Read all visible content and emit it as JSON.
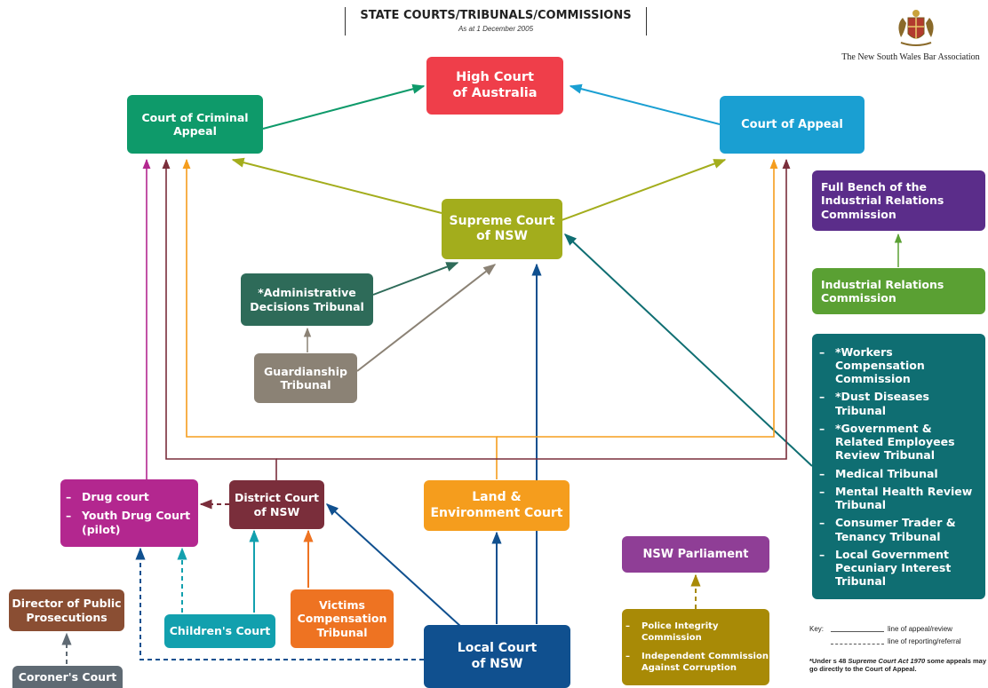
{
  "header": {
    "title": "STATE COURTS/TRIBUNALS/COMMISSIONS",
    "subtitle": "As at 1 December 2005",
    "association": "The New South Wales Bar Association"
  },
  "colors": {
    "high_court": "#ef3e4a",
    "court_criminal_appeal": "#0e9a6a",
    "court_of_appeal": "#1a9fd2",
    "supreme_court": "#a3ad1c",
    "admin_decisions": "#2e6b59",
    "guardianship": "#8b8275",
    "full_bench": "#5b2d8a",
    "irc": "#5aa033",
    "teal_tribunals": "#0f6e72",
    "drug_court": "#b3278f",
    "district_court": "#7a2e3b",
    "land_env": "#f59d1d",
    "local_court": "#10508f",
    "nsw_parliament": "#8f3e96",
    "police_integrity": "#a88a06",
    "dpp": "#8a4e33",
    "coroners": "#5f6a73",
    "childrens": "#12a0ae",
    "victims": "#ee7322"
  },
  "nodes": {
    "high_court": "High Court\nof Australia",
    "court_criminal_appeal": "Court of Criminal\nAppeal",
    "court_of_appeal": "Court of Appeal",
    "supreme_court": "Supreme Court\nof NSW",
    "admin_decisions": "*Administrative\nDecisions Tribunal",
    "guardianship": "Guardianship\nTribunal",
    "full_bench": "Full Bench of the\nIndustrial Relations\nCommission",
    "irc": "Industrial Relations\nCommission",
    "district_court": "District Court\nof NSW",
    "land_env": "Land &\nEnvironment Court",
    "local_court": "Local Court\nof NSW",
    "nsw_parliament": "NSW Parliament",
    "dpp": "Director of Public\nProsecutions",
    "coroners": "Coroner's Court",
    "childrens": "Children's Court",
    "victims": "Victims\nCompensation\nTribunal"
  },
  "lists": {
    "teal_tribunals": [
      "*Workers Compensation Commission",
      "*Dust Diseases Tribunal",
      "*Government & Related Employees Review Tribunal",
      "Medical Tribunal",
      "Mental Health Review Tribunal",
      "Consumer Trader & Tenancy Tribunal",
      "Local Government Pecuniary Interest Tribunal"
    ],
    "drug_court": [
      "Drug court",
      "Youth Drug Court (pilot)"
    ],
    "police_integrity": [
      "Police Integrity Commission",
      "Independent Commission Against Corruption"
    ]
  },
  "key": {
    "label": "Key:",
    "appeal": "line of appeal/review",
    "reporting": "line of reporting/referral",
    "note_prefix": "*Under s 48 ",
    "note_italic": "Supreme Court Act 1970",
    "note_suffix": " some appeals may go directly to the Court of Appeal."
  }
}
